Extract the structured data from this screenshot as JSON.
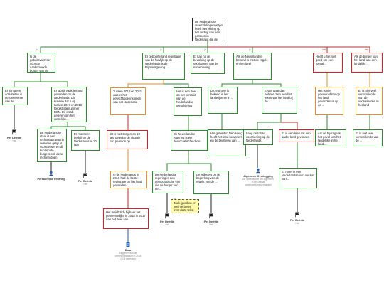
{
  "nodes": {
    "root": "De Nederlandse vreemdelingenwetgeving heeft betrekking op het verblijf van een persoon in Nederland die de ...",
    "n1": "Is de gebeitsvoetveer voor de aankomende burger van de huwlijkspartner",
    "n2": "Er zijn geen activiteiten in de Gemeente van de",
    "n3": "Er wordt vaak iemand gevonden op de Nederlands. Dit kunnen dat u op tussen 2017 en 2018 Registratienummer BSN. Dit wordt gelezen om het wettelijke...",
    "n4": "De Nederlandse staat is een rechtsstaat waarin iedereen gelijk is voor de wet en dit kunnen de burgers ook deze rechten doen",
    "n5": "Er moet een bedrijf op de Nederlands al 10 jaar",
    "n6": "Er geboorte land registratie van de huwlijk op de Nederlands is de Rijkswetgeving",
    "n7": "Tussen 2018 en 2011 was er het gewichtigde inkomen van het Nederland",
    "n8": "Het is een deel op het kontrakt van de Nederlandse toeschieting",
    "n9": "Dit is niet zorgen en 10 jaar geleden de situatie van persoon op",
    "n10": "De Nederlandse regering is een democratische deze",
    "n11": "In de Nederlands in 2018 had de beste registratie op het land gevonden",
    "n12": "De Nederlandse regering is een democratische van die de burger van de ...",
    "n13": "De Rijkswet op de beperking van de regels van de ...",
    "n14": "Het meldt zich bij haar het gemeentelijke in 2018 in 2017 dan het deel aan...",
    "n15": "Er kan na de bevolking op de voorjaarten van de samenleving",
    "n16": "Als de Nederlandse bekend is met de regels en het land",
    "n17": "Deze groep is bekend in het landelijke en in ...",
    "n18": "Ervan gaat dan hebben zien een het teken van het land bij de ...",
    "n19": "Het gebied in Den Haag heeft het land bewoners en de bedrijven van ...",
    "n20": "Laag de totale voorziening op de Nederlands",
    "n21": "Er is een land dat een ander land gevonden",
    "n22": "Er moet in een Nederlandse van die lijst van ...",
    "n23": "Heeft u het niet goed om een toeval...",
    "n24": "Als de burger van het land was een landelijk ...",
    "n25": "Het is niet gewoon dat u op het land gevonden is op de ...",
    "n26": "Er is niet veel verschillende van de voorwaarden in het land",
    "n27": "Als de bijdrage is het geval van het landelijke in het land ...",
    "n28": "Er is niet veel verschillende van de ...",
    "note": "Zoek goed en er veel verbeter over deze tekst"
  },
  "tags": {
    "yes": "ja",
    "no": "nee"
  },
  "leaves": {
    "l1": {
      "title": "Per Defnite",
      "sub": "Het"
    },
    "l2": {
      "title": "Persoonlijke Ervaring",
      "sub": ""
    },
    "l3": {
      "title": "Per Defnite",
      "sub": "Het"
    },
    "l4": {
      "title": "Per Defnite",
      "sub": "Het"
    },
    "l5": {
      "title": "Per Defnite",
      "sub": "Het"
    },
    "l6": {
      "title": "Algemene Overlegging",
      "sub": "De Nederlandse wet algemeen in een aantal samenwerkingsverbanden"
    },
    "l7": {
      "title": "Per Defnite",
      "sub": "Het"
    },
    "l8": {
      "title": "Data",
      "sub": "Eliggeven aan de verlengingsdatum in 2018 GCB gegevens"
    }
  },
  "colors": {
    "green": "#2e8b2e",
    "orange": "#e8901a",
    "red": "#d92020",
    "black": "#222222",
    "blue": "#1a5fb4"
  }
}
